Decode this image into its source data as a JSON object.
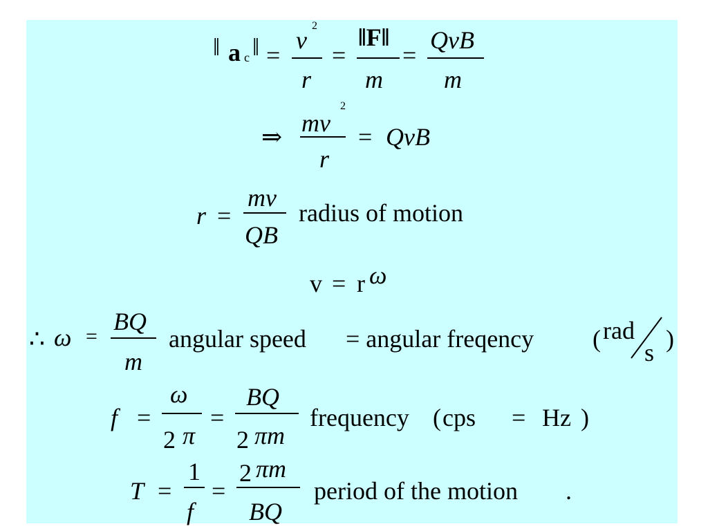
{
  "eq1": {
    "norm_open": "‖",
    "a": "a",
    "c": "c",
    "norm_close": "‖",
    "eq": "=",
    "v": "v",
    "exp": "2",
    "r": "r",
    "eq2": "=",
    "F_norm": "‖F‖",
    "m1": "m",
    "eq3": "=",
    "QvB": "QvB",
    "m2": "m"
  },
  "eq2": {
    "implies": "⇒",
    "mv": "mv",
    "exp": "2",
    "r": "r",
    "eq": "=",
    "QvB": "QvB"
  },
  "eq3": {
    "r": "r",
    "eq": "=",
    "mv": "mv",
    "QB": "QB",
    "label": "radius of motion"
  },
  "eq4": {
    "v": "v",
    "eq": "=",
    "r": "r",
    "omega": "ω"
  },
  "eq5": {
    "therefore": "∴",
    "omega": "ω",
    "eq": "=",
    "BQ": "BQ",
    "m": "m",
    "label1": "angular speed",
    "label2": "= angular freqency",
    "paren_open": "(",
    "rad": "rad",
    "s": "s",
    "paren_close": ")"
  },
  "eq6": {
    "f": "f",
    "eq": "=",
    "omega": "ω",
    "two": "2",
    "pi": "π",
    "eq2": "=",
    "BQ": "BQ",
    "two2": "2",
    "pim": "πm",
    "label": "frequency",
    "paren_open": "(",
    "cps": "cps",
    "eq3": "=",
    "Hz": "Hz",
    "paren_close": ")"
  },
  "eq7": {
    "T": "T",
    "eq": "=",
    "one": "1",
    "f": "f",
    "eq2": "=",
    "two": "2",
    "pim": "πm",
    "BQ": "BQ",
    "label": "period of the motion",
    "dot": "."
  },
  "colors": {
    "panel": "#ccffff",
    "text": "#000000"
  }
}
